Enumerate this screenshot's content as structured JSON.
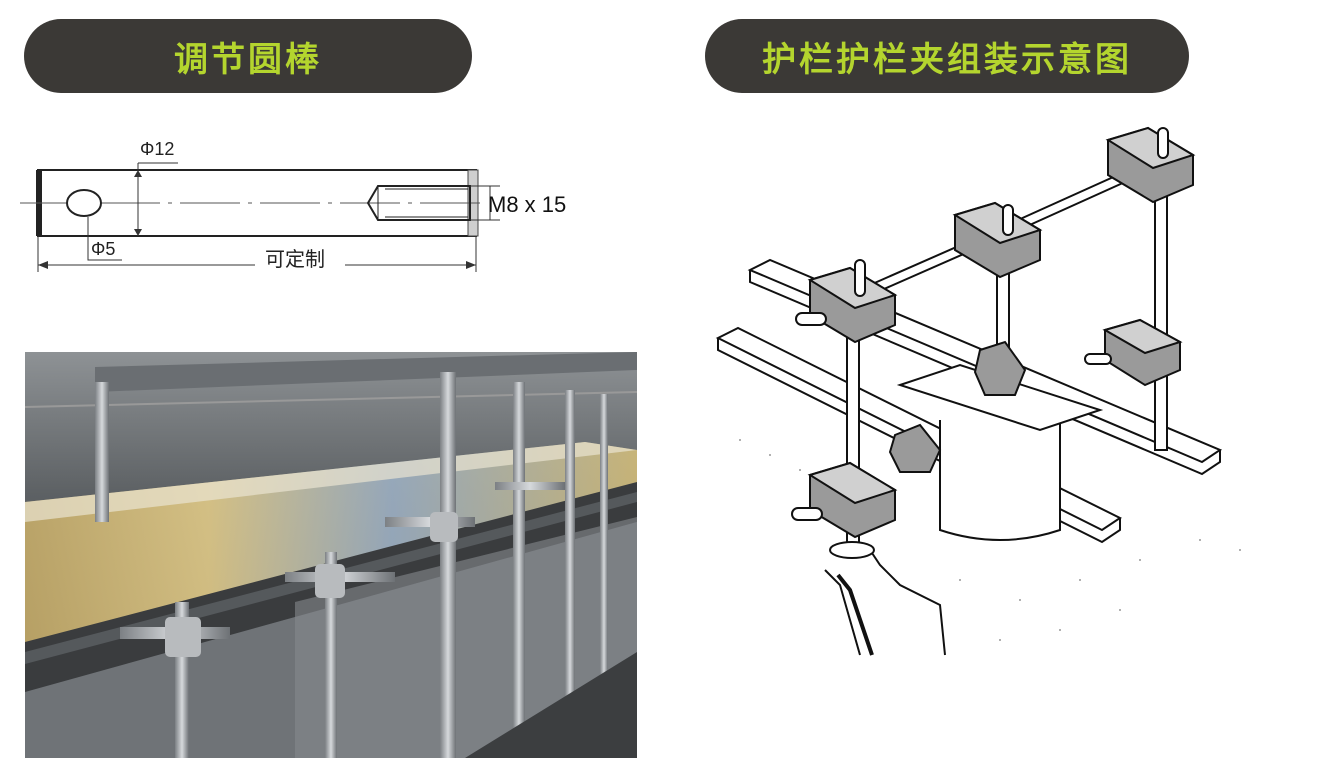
{
  "left_panel": {
    "title": "调节圆棒",
    "drawing": {
      "dim_diameter_main": "Φ12",
      "dim_diameter_hole": "Φ5",
      "dim_thread": "M8 x 15",
      "dim_length": "可定制"
    }
  },
  "right_panel": {
    "title": "护栏护栏夹组装示意图"
  },
  "colors": {
    "pill_bg": "#3b3936",
    "title_green": "#b4d52e"
  },
  "icons": {
    "photo": "conveyor-line-photo",
    "assembly": "guardrail-clamp-assembly-drawing"
  }
}
